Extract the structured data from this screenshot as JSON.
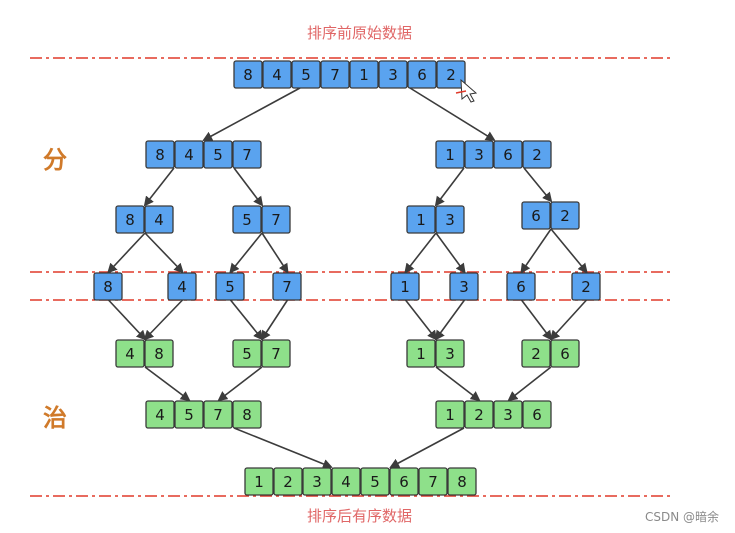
{
  "captions": {
    "top": "排序前原始数据",
    "bottom": "排序后有序数据"
  },
  "phases": {
    "divide": "分",
    "conquer": "治"
  },
  "watermark": "CSDN @暗余",
  "colors": {
    "divide_fill": "#5aa3ef",
    "conquer_fill": "#8ee08a",
    "cell_stroke": "#3a3a3a",
    "arrow": "#3c3c3c",
    "dashline": "#e03a2a"
  },
  "groups": [
    {
      "id": "g-root",
      "values": [
        8,
        4,
        5,
        7,
        1,
        3,
        6,
        2
      ],
      "phase": "divide"
    },
    {
      "id": "g-d1-left",
      "values": [
        8,
        4,
        5,
        7
      ],
      "phase": "divide"
    },
    {
      "id": "g-d1-right",
      "values": [
        1,
        3,
        6,
        2
      ],
      "phase": "divide"
    },
    {
      "id": "g-d2-a",
      "values": [
        8,
        4
      ],
      "phase": "divide"
    },
    {
      "id": "g-d2-b",
      "values": [
        5,
        7
      ],
      "phase": "divide"
    },
    {
      "id": "g-d2-c",
      "values": [
        1,
        3
      ],
      "phase": "divide"
    },
    {
      "id": "g-d2-d",
      "values": [
        6,
        2
      ],
      "phase": "divide"
    },
    {
      "id": "g-leaf-1",
      "values": [
        8
      ],
      "phase": "divide"
    },
    {
      "id": "g-leaf-2",
      "values": [
        4
      ],
      "phase": "divide"
    },
    {
      "id": "g-leaf-3",
      "values": [
        5
      ],
      "phase": "divide"
    },
    {
      "id": "g-leaf-4",
      "values": [
        7
      ],
      "phase": "divide"
    },
    {
      "id": "g-leaf-5",
      "values": [
        1
      ],
      "phase": "divide"
    },
    {
      "id": "g-leaf-6",
      "values": [
        3
      ],
      "phase": "divide"
    },
    {
      "id": "g-leaf-7",
      "values": [
        6
      ],
      "phase": "divide"
    },
    {
      "id": "g-leaf-8",
      "values": [
        2
      ],
      "phase": "divide"
    },
    {
      "id": "g-m1-a",
      "values": [
        4,
        8
      ],
      "phase": "conquer"
    },
    {
      "id": "g-m1-b",
      "values": [
        5,
        7
      ],
      "phase": "conquer"
    },
    {
      "id": "g-m1-c",
      "values": [
        1,
        3
      ],
      "phase": "conquer"
    },
    {
      "id": "g-m1-d",
      "values": [
        2,
        6
      ],
      "phase": "conquer"
    },
    {
      "id": "g-m2-left",
      "values": [
        4,
        5,
        7,
        8
      ],
      "phase": "conquer"
    },
    {
      "id": "g-m2-right",
      "values": [
        1,
        2,
        3,
        6
      ],
      "phase": "conquer"
    },
    {
      "id": "g-sorted",
      "values": [
        1,
        2,
        3,
        4,
        5,
        6,
        7,
        8
      ],
      "phase": "conquer"
    }
  ]
}
